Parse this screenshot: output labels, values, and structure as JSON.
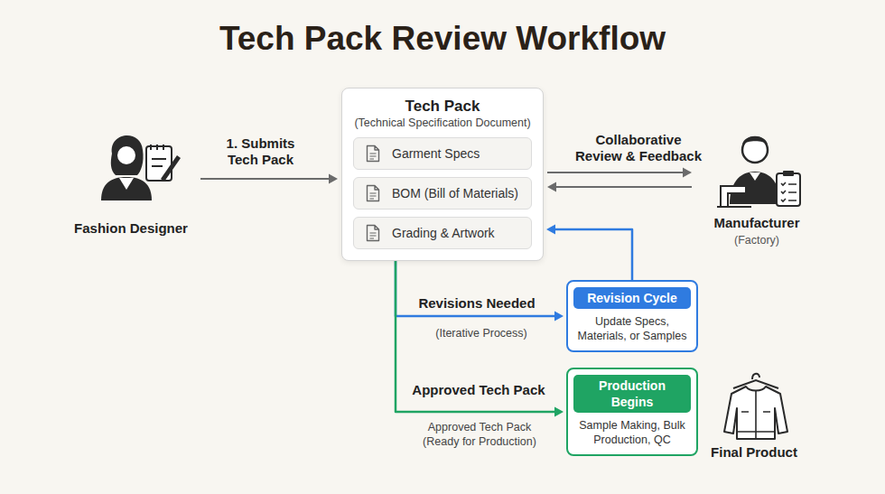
{
  "diagram": {
    "title": "Tech Pack Review Workflow",
    "nodes": [
      {
        "text": [
          "Fashion Designer"
        ]
      },
      {
        "text": [
          "Tech Pack",
          "(Technical Specification Document)"
        ]
      },
      {
        "text": [
          "Garment Specs"
        ],
        "in": 1
      },
      {
        "text": [
          "BOM (Bill of Materials)"
        ],
        "in": 1
      },
      {
        "text": [
          "Grading & Artwork"
        ],
        "in": 1
      },
      {
        "text": [
          "Manufacturer",
          "(Factory)"
        ]
      },
      {
        "text": [
          "Revision Cycle",
          "Update Specs, Materials, or Samples"
        ]
      },
      {
        "text": [
          "Production Begins",
          "Sample Making, Bulk Production, QC"
        ]
      }
    ],
    "edges": [
      {
        "from": 0,
        "to": 1,
        "label": "1. Submits Tech Pack",
        "arrow": "to"
      },
      {
        "from": 1,
        "to": 5,
        "label": "Collaborative Review & Feedback",
        "arrow": "to"
      },
      {
        "from": 5,
        "to": 1,
        "arrow": "to"
      },
      {
        "from": 1,
        "to": 6,
        "label": "Revisions Needed",
        "arrow": "to"
      },
      {
        "from": 6,
        "to": 1,
        "arrow": "to"
      },
      {
        "from": 1,
        "to": 7,
        "label": "Approved Tech Pack",
        "arrow": "to"
      }
    ],
    "labels": [
      "(Iterative Process)",
      "Approved Tech Pack (Ready for Production)",
      "Final Product"
    ]
  }
}
